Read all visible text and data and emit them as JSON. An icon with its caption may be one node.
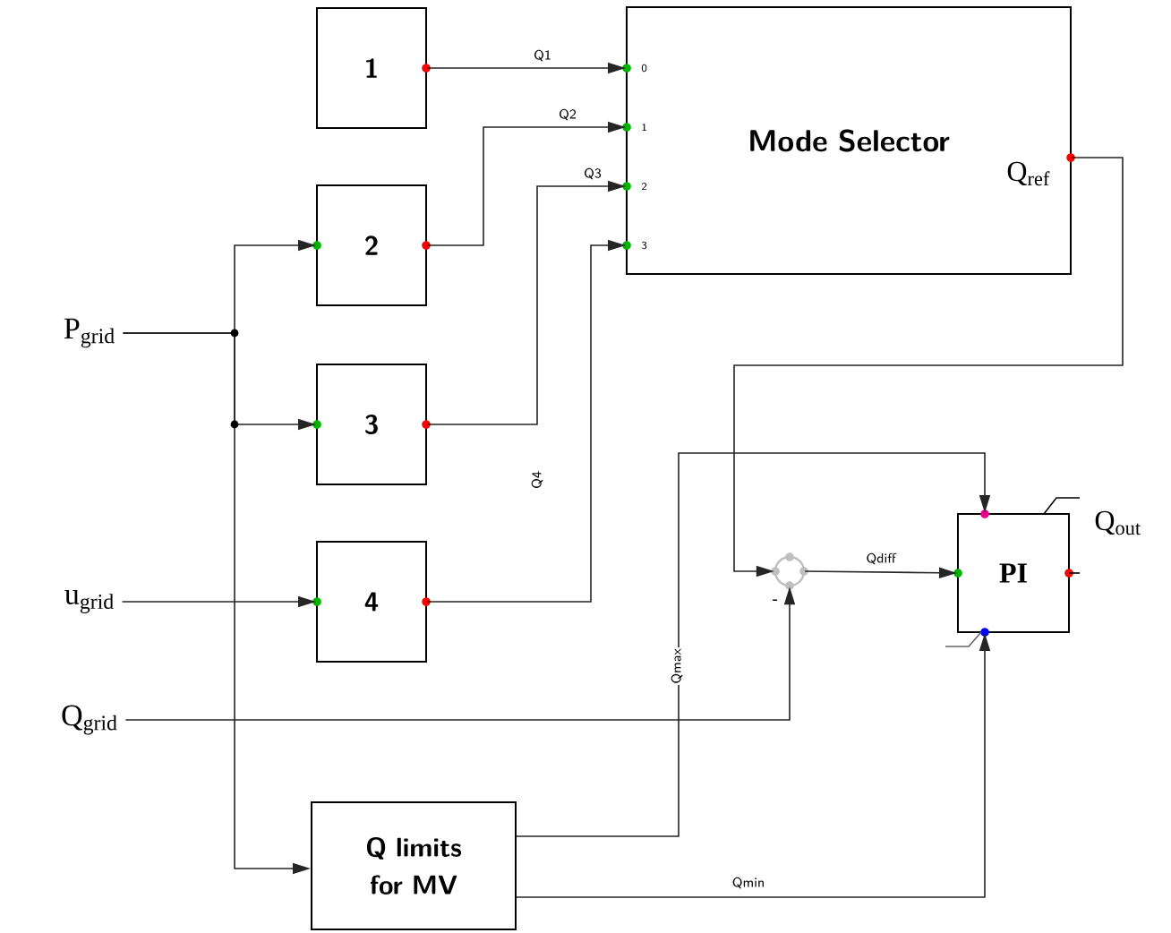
{
  "diagram": {
    "nodes": [
      {
        "text": [
          "1"
        ]
      },
      {
        "text": [
          "Mode Selector",
          "Q$_{ref}$"
        ]
      },
      {
        "text": [
          "2"
        ]
      },
      {
        "text": [
          "3"
        ]
      },
      {
        "text": [
          "4"
        ]
      },
      {
        "text": [
          "P$_{grid}$"
        ]
      },
      {
        "text": [
          "u$_{grid}$"
        ]
      },
      {
        "text": [
          "Q$_{grid}$"
        ]
      },
      {
        "text": [
          "Q limits for MV"
        ]
      },
      {
        "text": [],
        "shape": "circle",
        "beside": [
          "-"
        ]
      },
      {
        "text": [
          "PI"
        ],
        "beside": [
          "Q$_{out}$"
        ]
      }
    ],
    "edges": [
      {
        "from": 0,
        "to": 1,
        "arrow": "to",
        "label": "Q1"
      },
      {
        "from": 2,
        "to": 1,
        "arrow": "to",
        "label": "Q2"
      },
      {
        "from": 3,
        "to": 1,
        "arrow": "to",
        "label": "Q3"
      },
      {
        "from": 4,
        "to": 1,
        "arrow": "to",
        "label": "Q4"
      },
      {
        "from": 5,
        "to": 2,
        "arrow": "to"
      },
      {
        "from": 5,
        "to": 3,
        "arrow": "to"
      },
      {
        "from": 5,
        "to": 8,
        "arrow": "to"
      },
      {
        "from": 6,
        "to": 4,
        "arrow": "to"
      },
      {
        "from": 1,
        "to": 9,
        "arrow": "to"
      },
      {
        "from": 7,
        "to": 9,
        "arrow": "to"
      },
      {
        "from": 9,
        "to": 10,
        "arrow": "to",
        "label": "Qdiff"
      },
      {
        "from": 8,
        "to": 10,
        "arrow": "to",
        "label": "Qmax"
      },
      {
        "from": 8,
        "to": 10,
        "arrow": "to",
        "label": "Qmin"
      }
    ],
    "labels": [
      "0",
      "1",
      "2",
      "3"
    ]
  }
}
